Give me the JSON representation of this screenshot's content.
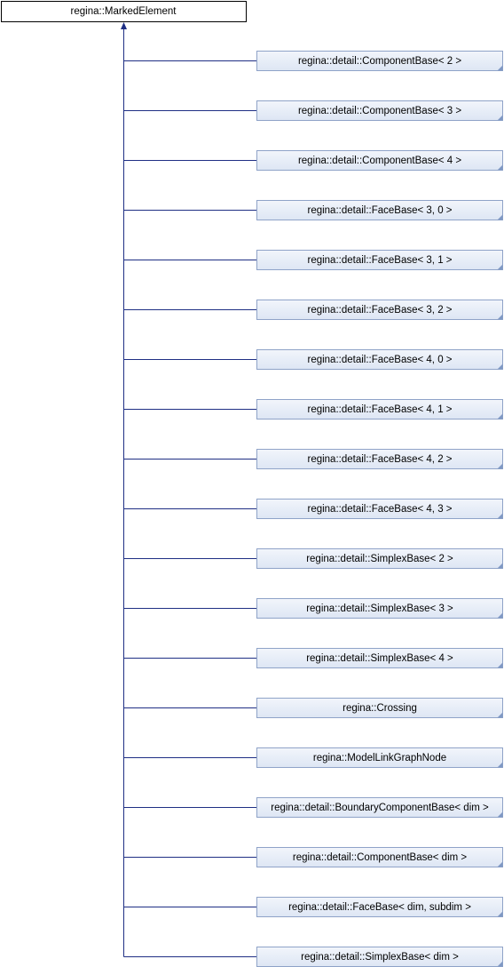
{
  "diagram": {
    "root": {
      "label": "regina::MarkedElement"
    },
    "children": [
      {
        "label": "regina::detail::ComponentBase< 2 >"
      },
      {
        "label": "regina::detail::ComponentBase< 3 >"
      },
      {
        "label": "regina::detail::ComponentBase< 4 >"
      },
      {
        "label": "regina::detail::FaceBase< 3, 0 >"
      },
      {
        "label": "regina::detail::FaceBase< 3, 1 >"
      },
      {
        "label": "regina::detail::FaceBase< 3, 2 >"
      },
      {
        "label": "regina::detail::FaceBase< 4, 0 >"
      },
      {
        "label": "regina::detail::FaceBase< 4, 1 >"
      },
      {
        "label": "regina::detail::FaceBase< 4, 2 >"
      },
      {
        "label": "regina::detail::FaceBase< 4, 3 >"
      },
      {
        "label": "regina::detail::SimplexBase< 2 >"
      },
      {
        "label": "regina::detail::SimplexBase< 3 >"
      },
      {
        "label": "regina::detail::SimplexBase< 4 >"
      },
      {
        "label": "regina::Crossing"
      },
      {
        "label": "regina::ModelLinkGraphNode"
      },
      {
        "label": "regina::detail::BoundaryComponentBase< dim >"
      },
      {
        "label": "regina::detail::ComponentBase< dim >"
      },
      {
        "label": "regina::detail::FaceBase< dim, subdim >"
      },
      {
        "label": "regina::detail::SimplexBase< dim >"
      }
    ],
    "colors": {
      "edge": "#1f2f84",
      "root_fill": "#ffffff",
      "root_border": "#000000",
      "child_fill_top": "#f2f5fb",
      "child_fill_bottom": "#dde6f4",
      "child_border": "#8fa3c8",
      "corner_mark": "#7f98c4"
    }
  }
}
